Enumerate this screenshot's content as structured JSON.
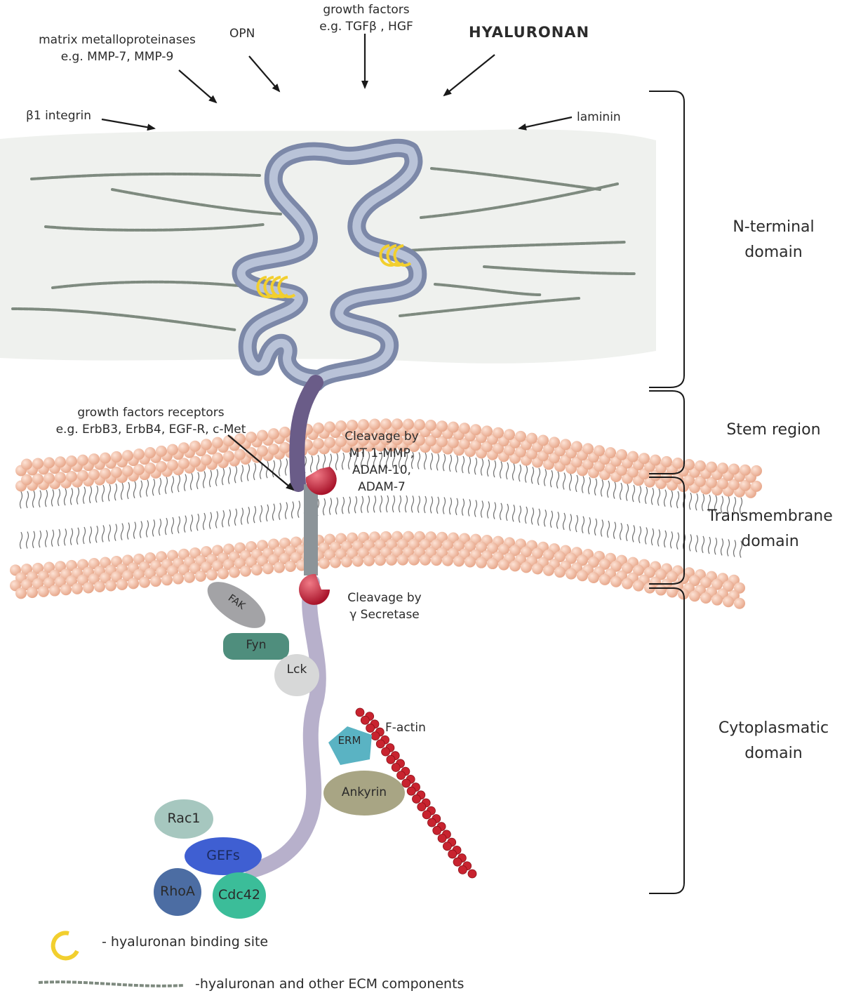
{
  "labels": {
    "growth_factors": [
      "growth factors",
      "e.g. TGFβ , HGF"
    ],
    "mmp": [
      "matrix metalloproteinases",
      "e.g. MMP-7, MMP-9"
    ],
    "opn": "OPN",
    "hyaluronan": "HYALURONAN",
    "integrin": "β1 integrin",
    "laminin": "laminin",
    "gf_receptors": [
      "growth factors receptors",
      "e.g. ErbB3, ErbB4, EGF-R, c-Met"
    ],
    "cleavage_mt": [
      "Cleavage by",
      "MT 1-MMP,",
      "ADAM-10,",
      "ADAM-7"
    ],
    "cleavage_gamma": [
      "Cleavage by",
      "γ Secretase"
    ],
    "f_actin": "F-actin"
  },
  "domains": {
    "n_terminal": [
      "N-terminal",
      "domain"
    ],
    "stem": "Stem region",
    "transmembrane": [
      "Transmembrane",
      "domain"
    ],
    "cytoplasmatic": [
      "Cytoplasmatic",
      "domain"
    ]
  },
  "proteins": {
    "fak": "FAK",
    "fyn": "Fyn",
    "lck": "Lck",
    "erm": "ERM",
    "ankyrin": "Ankyrin",
    "rac1": "Rac1",
    "gefs": "GEFs",
    "rhoa": "RhoA",
    "cdc42": "Cdc42"
  },
  "legend": {
    "binding_site": "- hyaluronan binding site",
    "ecm": "-hyaluronan and other ECM components"
  },
  "colors": {
    "ecm_background": "#f0f2ef",
    "cd44_extracellular": "#9aa6c2",
    "stem": "#6c5f8a",
    "transmembrane": "#8a9297",
    "cytoplasmic": "#b9b2cc",
    "lipid_head": "#f2bfa6",
    "cleavage_site": "#c8263a",
    "binding_site": "#f2d13a",
    "f_actin": "#c8232f"
  }
}
